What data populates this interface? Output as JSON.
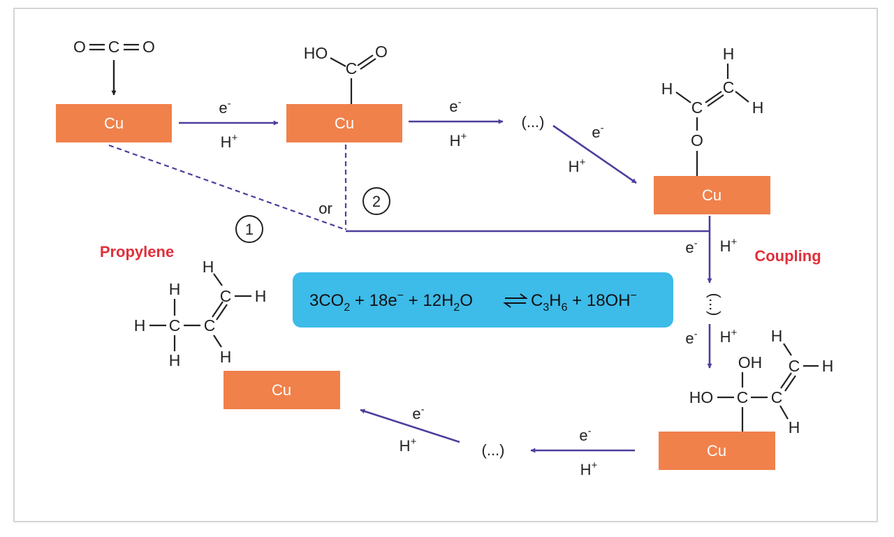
{
  "colors": {
    "surface": "#f0814b",
    "arrow": "#4b3f9c",
    "highlight": "#3dbbe9",
    "label": "#e0303a"
  },
  "surface_label": "Cu",
  "co2": {
    "o1": "O",
    "c": "C",
    "o2": "O"
  },
  "carboxyl": {
    "ho": "HO",
    "c": "C",
    "o": "O"
  },
  "step_conditions": {
    "electron": "e",
    "electron_sup": "-",
    "proton": "H",
    "proton_sup": "+"
  },
  "ellipsis": "(...)",
  "vinyloxy": {
    "h_top": "H",
    "h_left": "H",
    "c1": "C",
    "c2": "C",
    "h_right": "H",
    "o": "O"
  },
  "pathway_labels": {
    "path_one": "1",
    "path_two": "2",
    "or": "or"
  },
  "coupling_label": "Coupling",
  "propylene_label": "Propylene",
  "propylene": {
    "h1": "H",
    "h2": "H",
    "h3": "H",
    "h4": "H",
    "h5": "H",
    "h6": "H",
    "c1": "C",
    "c2": "C",
    "c3": "C"
  },
  "diol": {
    "oh": "OH",
    "ho": "HO",
    "c1": "C",
    "c2": "C",
    "c3": "C",
    "h1": "H",
    "h2": "H",
    "h3": "H"
  },
  "equation": {
    "co2_coeff": "3CO",
    "sub_2a": "2",
    "plus1": " + 18e",
    "sup_minus1": "−",
    "plus2": " + 12H",
    "sub_2b": "2",
    "o": "O",
    "c3": "C",
    "sub_3": "3",
    "h6": "H",
    "sub_6": "6",
    "plus3": " + 18OH",
    "sup_minus2": "−"
  }
}
